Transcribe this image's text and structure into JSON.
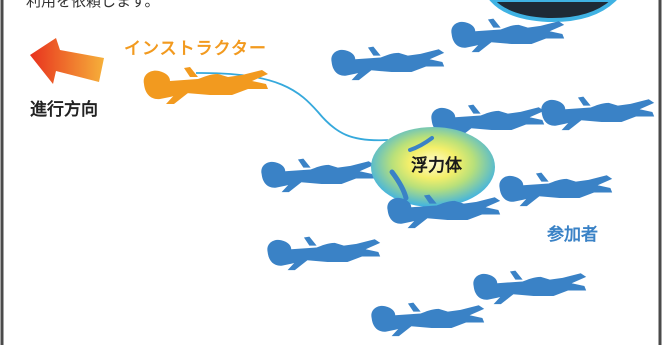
{
  "top_caption": "利用を依頼します。",
  "labels": {
    "instructor": "インストラクター",
    "direction": "進行方向",
    "float": "浮力体",
    "participants": "参加者"
  },
  "icons": {
    "direction_arrow": "arrow-left-icon",
    "diver": "diver-silhouette-icon",
    "float_ring": "float-ring-icon"
  },
  "colors": {
    "instructor": "#f29a1f",
    "participant": "#3a82c6",
    "rope": "#36a9dc",
    "arrow_start": "#e8321e",
    "arrow_end": "#f6b03a",
    "ring_inner": "#fff7a0",
    "ring_outer": "#3fb2e3",
    "frame": "#4a4a4a"
  }
}
